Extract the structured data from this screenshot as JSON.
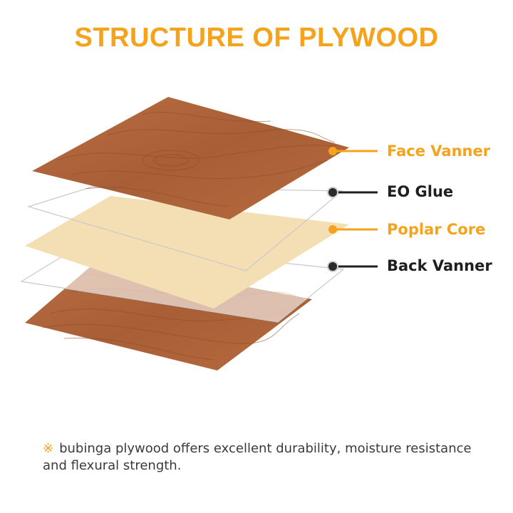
{
  "title": "STRUCTURE OF PLYWOOD",
  "layers": [
    {
      "label": "Face Vanner",
      "role": "wood-veneer"
    },
    {
      "label": "EO Glue",
      "role": "glue"
    },
    {
      "label": "Poplar Core",
      "role": "core"
    },
    {
      "label": "Back Vanner",
      "role": "wood-veneer"
    }
  ],
  "note": {
    "symbol": "※",
    "text": "bubinga plywood offers excellent durability, moisture resistance and flexural strength."
  },
  "colors": {
    "accent": "#f5a21c",
    "dark": "#1f1f1f",
    "wood": "#b0653a",
    "wood_dark": "#8f4a27",
    "core": "#f3dfb3",
    "glue_line": "#c9c9c9"
  }
}
